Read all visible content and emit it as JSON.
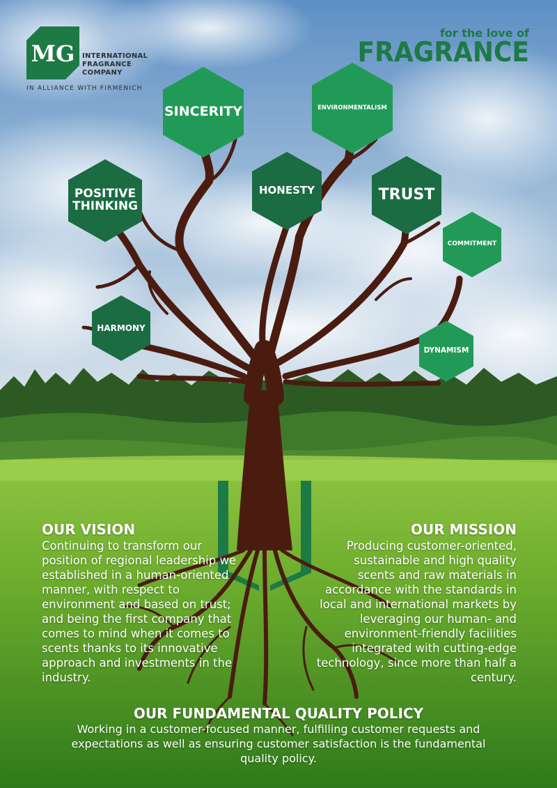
{
  "brand": {
    "logo_letters": "MG",
    "company_lines": [
      "INTERNATIONAL",
      "FRAGRANCE",
      "COMPANY"
    ],
    "alliance": "IN ALLIANCE WITH FIRMENICH",
    "tagline_small": "for the love of",
    "tagline_big": "FRAGRANCE"
  },
  "values": [
    {
      "label": "SINCERITY",
      "color": "#229a57"
    },
    {
      "label": "ENVIRONMENTALISM",
      "color": "#229a57"
    },
    {
      "label": "POSITIVE THINKING",
      "color": "#1b6b43"
    },
    {
      "label": "HONESTY",
      "color": "#1b6b43"
    },
    {
      "label": "TRUST",
      "color": "#1b6b43"
    },
    {
      "label": "COMMITMENT",
      "color": "#229a57"
    },
    {
      "label": "HARMONY",
      "color": "#1b6b43"
    },
    {
      "label": "DYNAMISM",
      "color": "#229a57"
    }
  ],
  "vision": {
    "title": "OUR VISION",
    "lines": [
      "Continuing to transform our",
      "position of regional leadership we",
      "established in a human-oriented",
      "manner, with respect to",
      "environment and based on trust;",
      "and being the first company that",
      "comes to mind when it comes to",
      "scents thanks to its innovative",
      "approach and investments in the",
      "industry."
    ]
  },
  "mission": {
    "title": "OUR MISSION",
    "lines": [
      "Producing customer-oriented,",
      "sustainable and high quality",
      "scents and raw materials in",
      "accordance with the standards in",
      "local and international markets by",
      "leveraging our human- and",
      "environment-friendly facilities",
      "integrated with cutting-edge",
      "technology, since more than half a",
      "century."
    ]
  },
  "policy": {
    "title": "OUR FUNDAMENTAL QUALITY POLICY",
    "lines": [
      "Working in a customer-focused manner, fulfilling customer requests and",
      "expectations as well as ensuring customer satisfaction is the fundamental",
      "quality policy."
    ]
  },
  "colors": {
    "brand_green": "#1d7a45",
    "trunk_brown": "#4a1c10"
  }
}
